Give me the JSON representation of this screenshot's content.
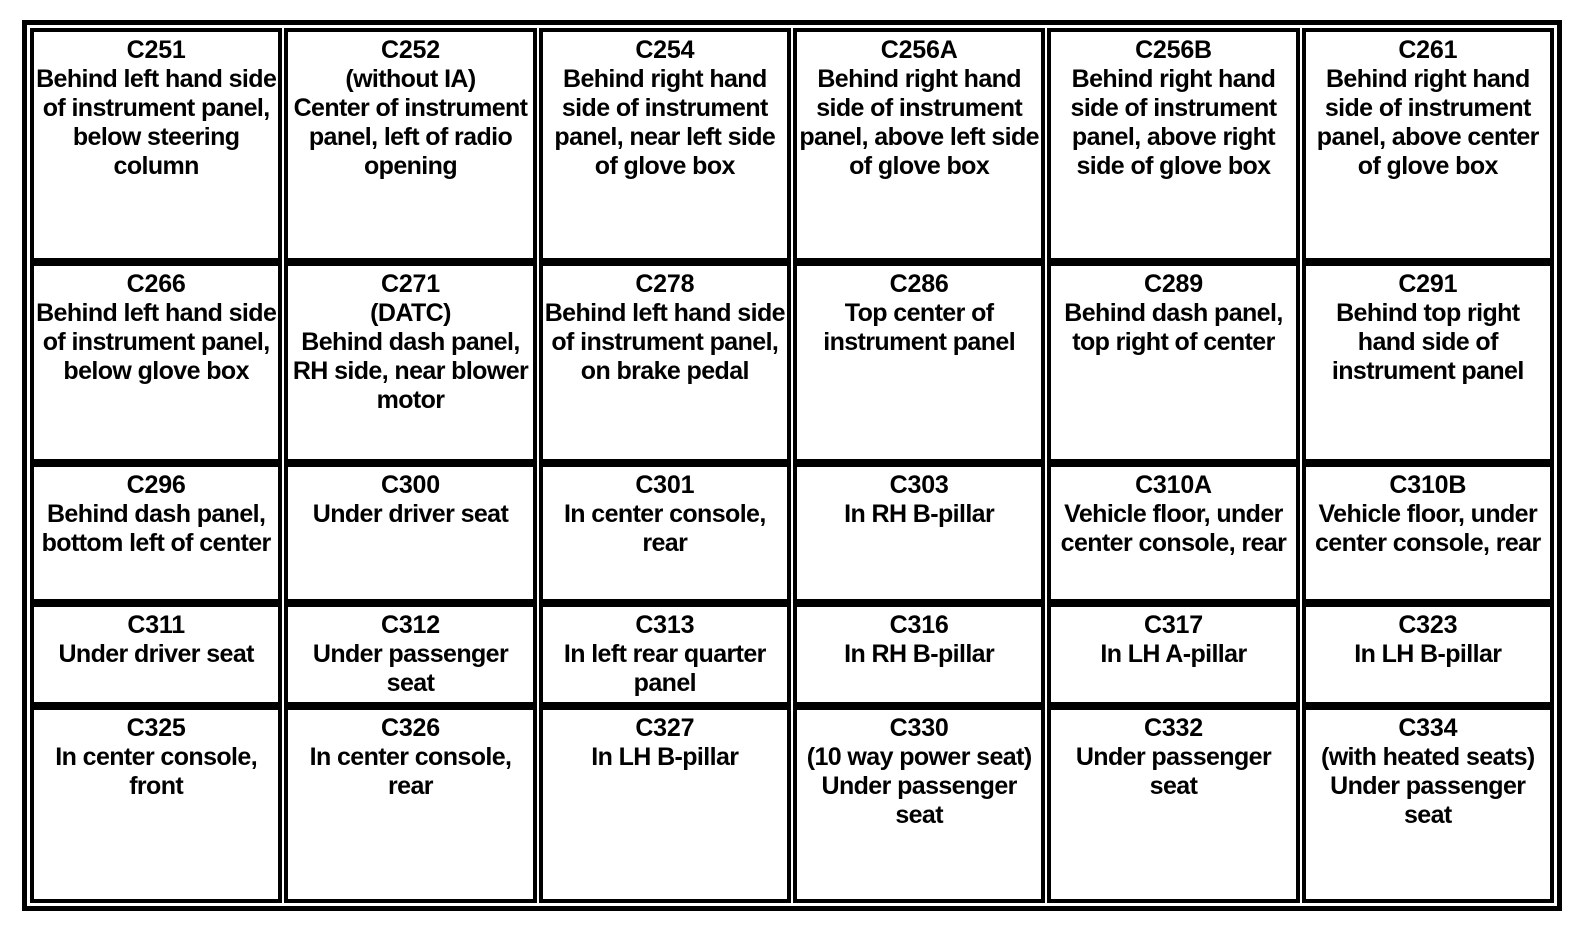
{
  "table": {
    "kind": "connector-location-table",
    "columns": 6,
    "rows": 5,
    "border_color": "#000000",
    "background_color": "#ffffff",
    "text_color": "#000000",
    "cells": [
      [
        {
          "id": "C251",
          "description": "Behind left hand side of instrument panel, below steering column"
        },
        {
          "id": "C252",
          "description": "(without IA)\nCenter of instrument panel, left of radio opening"
        },
        {
          "id": "C254",
          "description": "Behind right hand side of instrument panel, near left side of glove box"
        },
        {
          "id": "C256A",
          "description": "Behind right hand side of instrument panel, above left side of glove box"
        },
        {
          "id": "C256B",
          "description": "Behind right hand side of instrument panel, above right side of glove box"
        },
        {
          "id": "C261",
          "description": "Behind right hand side of instrument panel, above center of glove box"
        }
      ],
      [
        {
          "id": "C266",
          "description": "Behind left hand side of instrument panel, below glove box"
        },
        {
          "id": "C271",
          "description": "(DATC)\nBehind dash panel, RH side, near blower motor"
        },
        {
          "id": "C278",
          "description": "Behind left hand side of instrument panel, on brake pedal"
        },
        {
          "id": "C286",
          "description": "Top center of instrument panel"
        },
        {
          "id": "C289",
          "description": "Behind dash panel, top right of center"
        },
        {
          "id": "C291",
          "description": "Behind top right hand side of instrument panel"
        }
      ],
      [
        {
          "id": "C296",
          "description": "Behind dash panel, bottom left of center"
        },
        {
          "id": "C300",
          "description": "Under driver seat"
        },
        {
          "id": "C301",
          "description": "In center console, rear"
        },
        {
          "id": "C303",
          "description": "In RH B-pillar"
        },
        {
          "id": "C310A",
          "description": "Vehicle floor, under center console, rear"
        },
        {
          "id": "C310B",
          "description": "Vehicle floor, under center console, rear"
        }
      ],
      [
        {
          "id": "C311",
          "description": "Under driver seat"
        },
        {
          "id": "C312",
          "description": "Under passenger seat"
        },
        {
          "id": "C313",
          "description": "In left rear quarter panel"
        },
        {
          "id": "C316",
          "description": "In RH B-pillar"
        },
        {
          "id": "C317",
          "description": "In LH A-pillar"
        },
        {
          "id": "C323",
          "description": "In LH B-pillar"
        }
      ],
      [
        {
          "id": "C325",
          "description": "In center console, front"
        },
        {
          "id": "C326",
          "description": "In center console, rear"
        },
        {
          "id": "C327",
          "description": "In LH B-pillar"
        },
        {
          "id": "C330",
          "description": "(10 way power seat)\nUnder passenger seat"
        },
        {
          "id": "C332",
          "description": "Under passenger seat"
        },
        {
          "id": "C334",
          "description": "(with heated seats)\nUnder passenger seat"
        }
      ]
    ]
  }
}
